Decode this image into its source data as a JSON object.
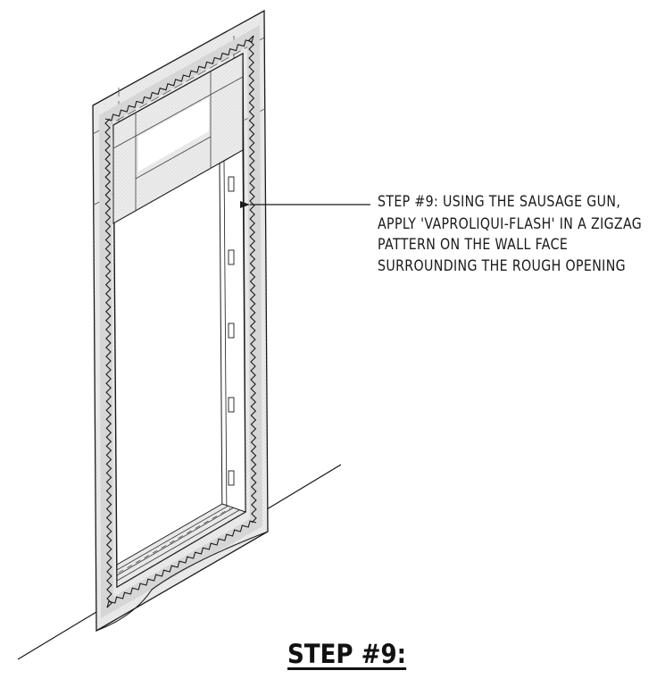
{
  "callout": {
    "lines": [
      "STEP #9: USING THE SAUSAGE GUN,",
      "APPLY 'VAPROLIQUI-FLASH' IN A ZIGZAG",
      "PATTERN ON THE WALL FACE",
      "SURROUNDING THE ROUGH OPENING"
    ]
  },
  "footer": {
    "title": "STEP #9:"
  },
  "colors": {
    "line": "#1a1a1a",
    "wall_fill": "#e7e7e7",
    "opening_fill": "#ffffff",
    "background": "#ffffff"
  }
}
